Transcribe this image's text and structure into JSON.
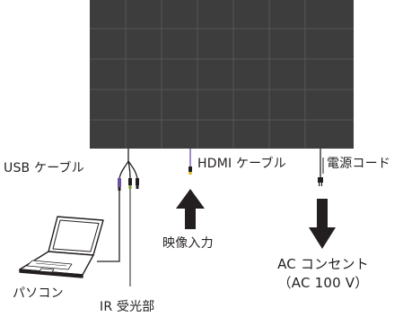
{
  "labels": {
    "usb_cable": "USB ケーブル",
    "hdmi_cable": "HDMI ケーブル",
    "power_cord": "電源コード",
    "video_input": "映像入力",
    "ac_outlet_line1": "AC コンセント",
    "ac_outlet_line2": "（AC 100 V）",
    "pc": "パソコン",
    "ir_receiver": "IR 受光部"
  },
  "colors": {
    "panel": "#3d3d3d",
    "panel_grid": "#555555",
    "line": "#231f20",
    "usb_plug_accent": "#6b4fa0",
    "hdmi_plug_accent": "#6b4fa0",
    "hdmi_plug_tip": "#d9b000",
    "ir_accent": "#7a9a3a"
  }
}
